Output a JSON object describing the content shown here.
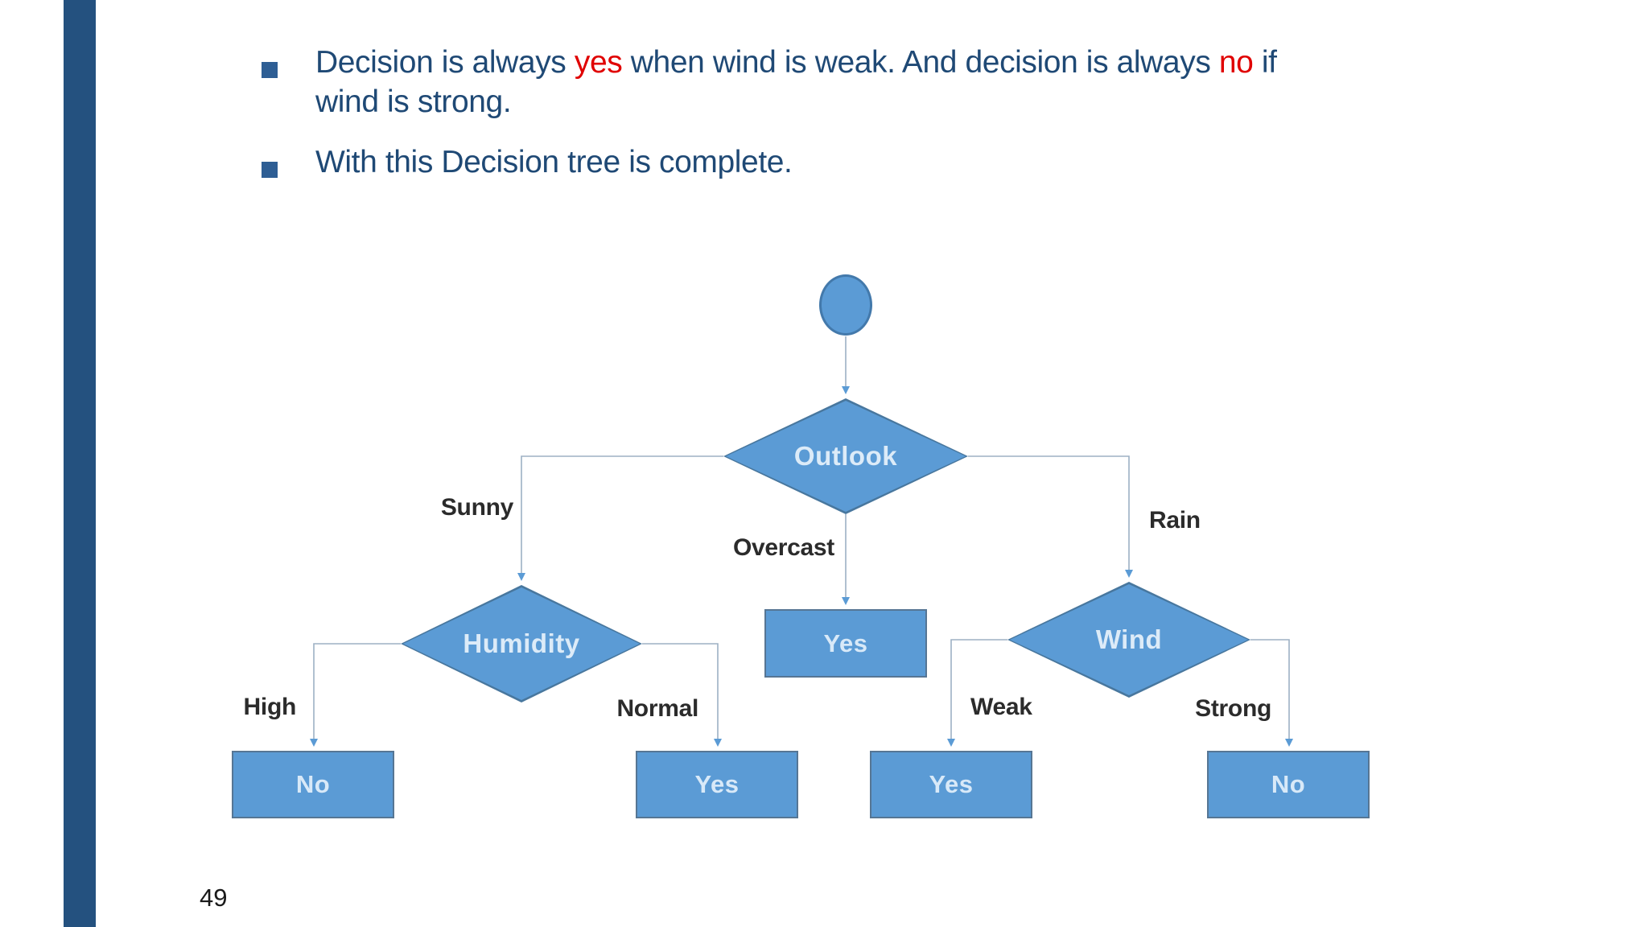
{
  "slide": {
    "page_number": "49",
    "background_color": "#ffffff",
    "accent_bar_color": "#24517f"
  },
  "bullets": [
    {
      "lines": [
        [
          {
            "t": "Decision is always "
          },
          {
            "t": "yes",
            "highlight": true
          },
          {
            "t": " when wind is weak. And decision is always "
          },
          {
            "t": "no",
            "highlight": true
          },
          {
            "t": " if"
          }
        ],
        [
          {
            "t": "wind is strong."
          }
        ]
      ]
    },
    {
      "lines": [
        [
          {
            "t": "With this Decision tree is complete."
          }
        ]
      ]
    }
  ],
  "diagram": {
    "nodes": {
      "start": "",
      "outlook": "Outlook",
      "humidity": "Humidity",
      "wind": "Wind",
      "overcast_leaf": "Yes",
      "high_leaf": "No",
      "normal_leaf": "Yes",
      "weak_leaf": "Yes",
      "strong_leaf": "No"
    },
    "edge_labels": {
      "sunny": "Sunny",
      "overcast": "Overcast",
      "rain": "Rain",
      "high": "High",
      "normal": "Normal",
      "weak": "Weak",
      "strong": "Strong"
    },
    "colors": {
      "shape_fill": "#5b9bd5",
      "shape_border": "#48779e",
      "shape_text": "#dcebf8",
      "connector_line": "#9db0c4",
      "arrowhead": "#5b9bd5",
      "edge_label_text": "#2b2b2b"
    }
  },
  "colors": {
    "body_text_navy": "#1f4975",
    "highlight_red": "#e00000",
    "bullet_marker": "#2e5e94"
  }
}
